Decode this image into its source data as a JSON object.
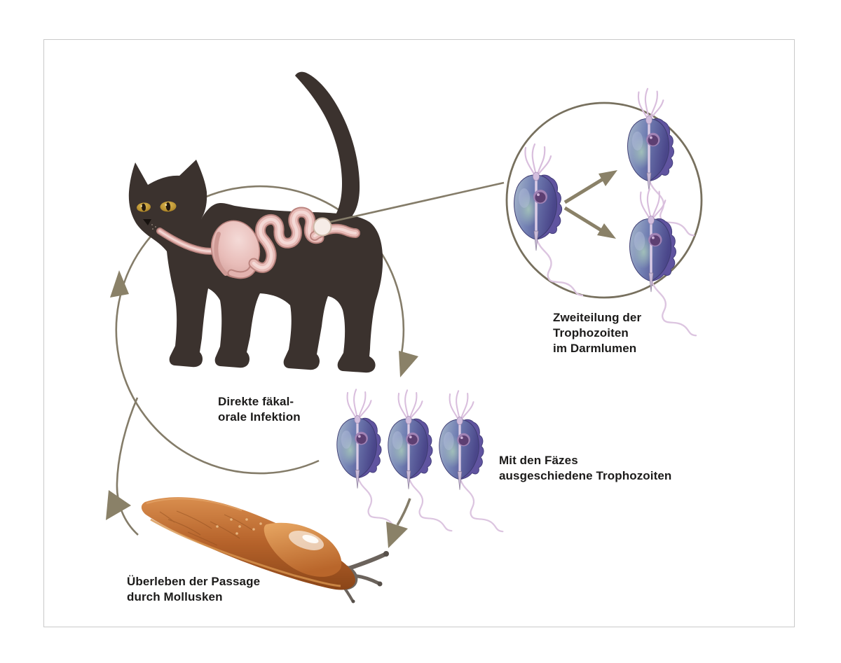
{
  "page": {
    "background": "#ffffff",
    "frame_border_color": "#c9c9c9"
  },
  "labels": {
    "division": {
      "line1": "Zweiteilung der",
      "line2": "Trophozoiten",
      "line3": "im Darmlumen"
    },
    "direct_infection": {
      "line1": "Direkte fäkal-",
      "line2": "orale Infektion"
    },
    "shed_trophozoites": {
      "line1": "Mit den Fäzes",
      "line2": "ausgeschiedene Trophozoiten"
    },
    "mollusk_passage": {
      "line1": "Überleben der Passage",
      "line2": "durch Mollusken"
    }
  },
  "colors": {
    "text": "#1c1b1a",
    "arc_line": "#847c69",
    "arrowhead": "#8a8168",
    "cat_body": "#3b322e",
    "cat_eye": "#c9a233",
    "intestine_outline": "#bb847f",
    "intestine_mid": "#e3b3af",
    "intestine_light": "#f4d9d6",
    "trophozoite_body": "#5b5e9e",
    "trophozoite_membrane": "#6054a0",
    "trophozoite_nucleus": "#5d3f72",
    "trophozoite_flagella": "#d9bedd",
    "trophozoite_axostyle": "#dbcce6",
    "slug_body": "#b5622a",
    "slug_highlight": "#e09858",
    "slug_tentacle": "#6b635c"
  },
  "figures": {
    "cat": "black-cat-with-visible-intestines",
    "magnifier": "magnified-view-of-dividing-trophozoites",
    "trophozoites": "three-shed-trophozoites",
    "slug": "orange-slug-mollusk"
  }
}
